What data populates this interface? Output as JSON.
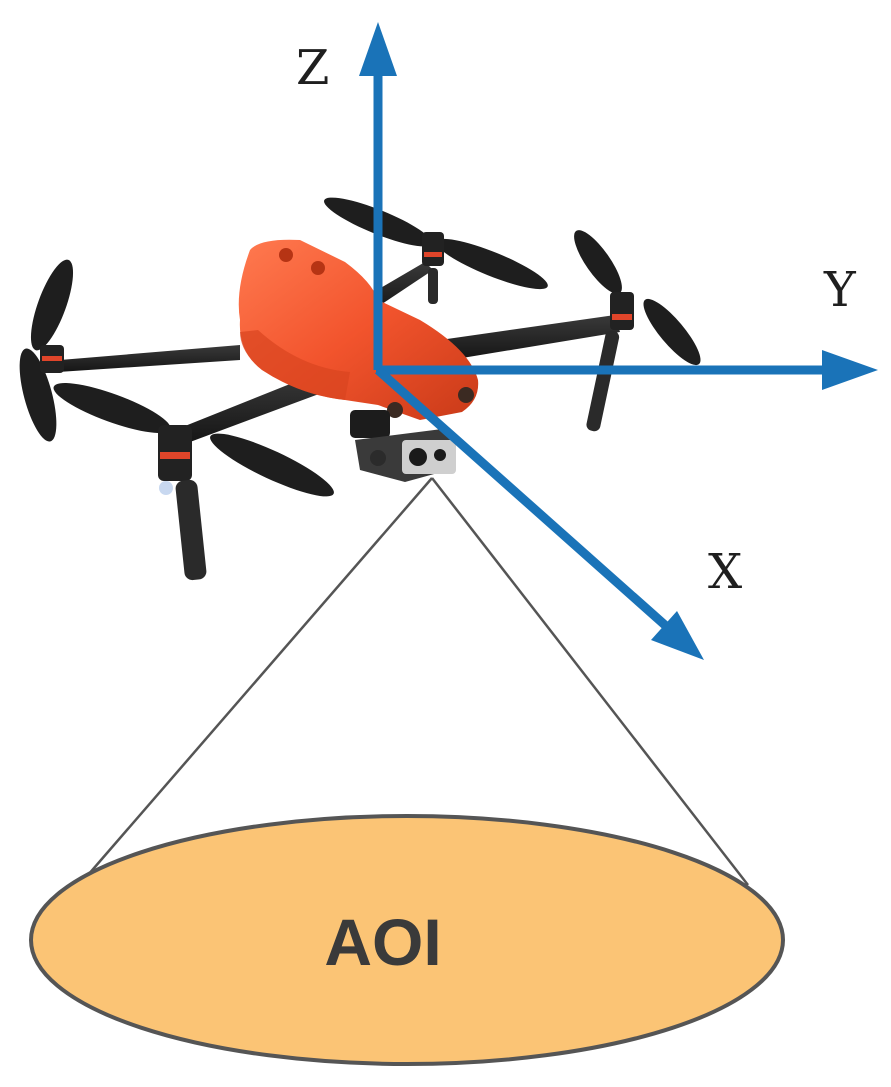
{
  "axes": {
    "z_label": "Z",
    "y_label": "Y",
    "x_label": "X",
    "color": "#1a73b8"
  },
  "aoi": {
    "label": "AOI",
    "fill": "#fbc475",
    "stroke": "#555555"
  },
  "drone": {
    "icon": "quadcopter-drone-icon",
    "body_color": "#f2542d",
    "arm_color": "#2a2a2a"
  },
  "camera_cone": {
    "stroke": "#555555"
  }
}
